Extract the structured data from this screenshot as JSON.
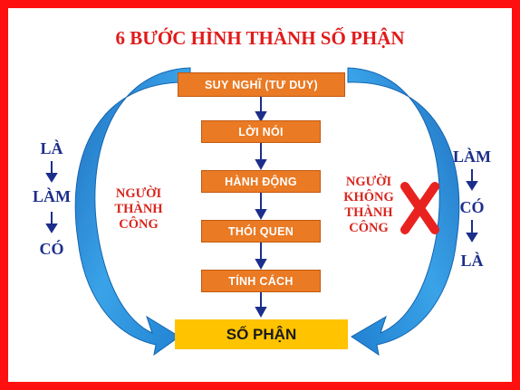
{
  "title": "6 BƯỚC HÌNH THÀNH SỐ PHẬN",
  "steps": [
    "SUY NGHĨ (TƯ DUY)",
    "LỜI NÓI",
    "HÀNH ĐỘNG",
    "THÓI QUEN",
    "TÍNH CÁCH"
  ],
  "final": "SỐ PHẬN",
  "left_chain": [
    "LÀ",
    "LÀM",
    "CÓ"
  ],
  "right_chain": [
    "LÀM",
    "CÓ",
    "LÀ"
  ],
  "success_label": [
    "NGƯỜI",
    "THÀNH",
    "CÔNG"
  ],
  "fail_label": [
    "NGƯỜI",
    "KHÔNG",
    "THÀNH",
    "CÔNG"
  ],
  "colors": {
    "border": "#ff1010",
    "title": "#e01b1b",
    "step": "#ea7a24",
    "final": "#ffc300",
    "arrow_blue": "#2a8fd6",
    "text_blue": "#1c2e8a",
    "cross": "#e8231f"
  },
  "icons": {
    "cross": "x-mark-icon"
  }
}
